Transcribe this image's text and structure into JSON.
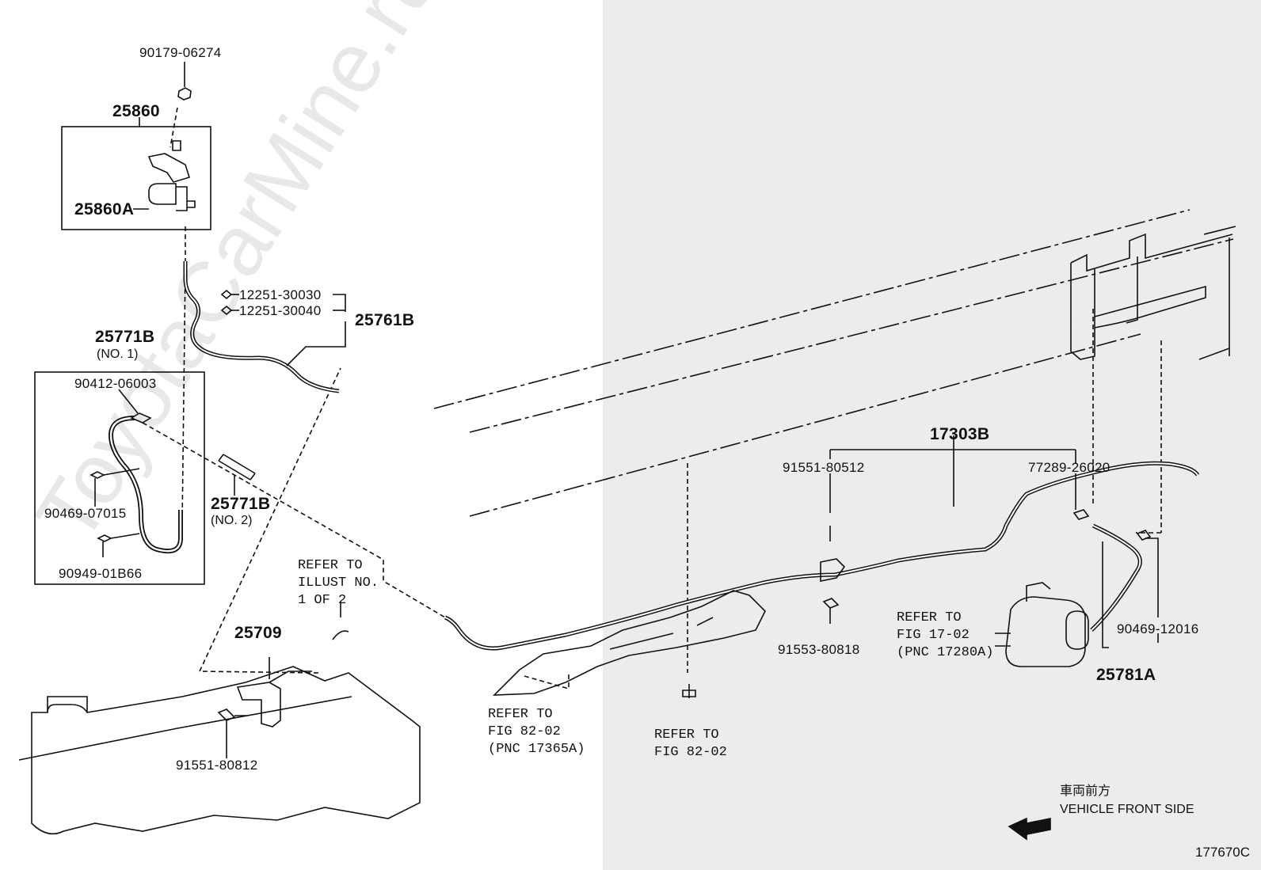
{
  "parts": {
    "p_90179_06274": "90179-06274",
    "p_25860": "25860",
    "p_25860A": "25860A",
    "p_12251_30030": "12251-30030",
    "p_12251_30040": "12251-30040",
    "p_25761B": "25761B",
    "p_25771B_1": "25771B",
    "p_25771B_1_note": "(NO. 1)",
    "p_90412_06003": "90412-06003",
    "p_90469_07015": "90469-07015",
    "p_25771B_2": "25771B",
    "p_25771B_2_note": "(NO. 2)",
    "p_90949_01B66": "90949-01B66",
    "p_25709": "25709",
    "p_91551_80812": "91551-80812",
    "p_17303B": "17303B",
    "p_91551_80512": "91551-80512",
    "p_77289_26020": "77289-26020",
    "p_91553_80818": "91553-80818",
    "p_90469_12016": "90469-12016",
    "p_25781A": "25781A"
  },
  "references": {
    "illust": [
      "REFER TO",
      "ILLUST NO.",
      "1 OF 2"
    ],
    "fig82_a": [
      "REFER TO",
      "FIG 82-02",
      "(PNC 17365A)"
    ],
    "fig82_b": [
      "REFER TO",
      "FIG 82-02"
    ],
    "fig17": [
      "REFER TO",
      "FIG 17-02",
      "(PNC 17280A)"
    ]
  },
  "front_note": {
    "japanese": "車両前方",
    "english": "VEHICLE FRONT SIDE",
    "arrow_icon": "arrow-left-icon"
  },
  "figure_code": "177670C",
  "watermark": "ToyotaCarMine.ru",
  "colors": {
    "line": "#111111",
    "shade": "#ececec"
  }
}
